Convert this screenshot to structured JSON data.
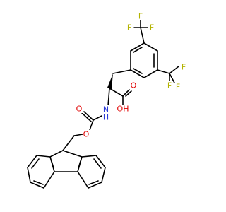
{
  "molecule": {
    "colors": {
      "carbon": "#000000",
      "fluorine": "#b3b300",
      "oxygen": "#e00000",
      "nitrogen": "#2b3bd6"
    },
    "labels": {
      "F": "F",
      "O": "O",
      "OH": "OH",
      "N": "N",
      "H": "H"
    }
  }
}
